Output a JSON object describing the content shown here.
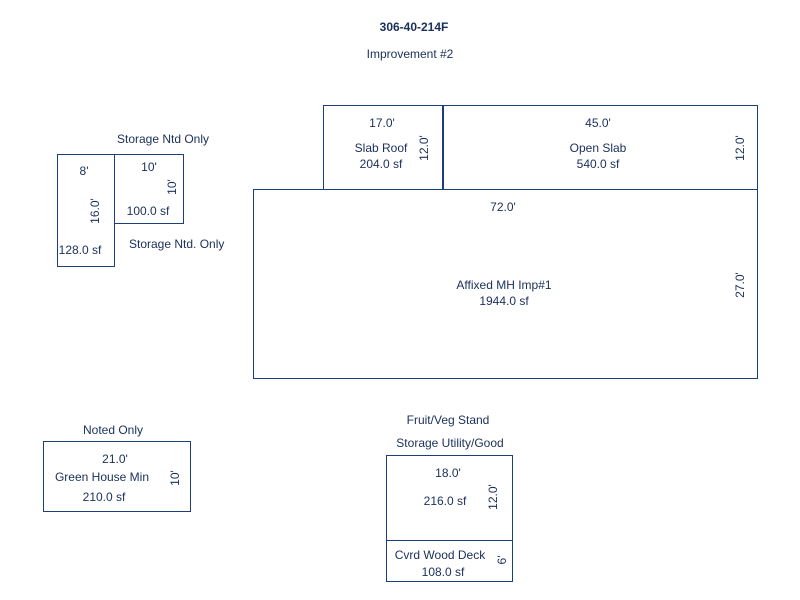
{
  "header": {
    "parcel_id": "306-40-214F",
    "subtitle": "Improvement #2"
  },
  "storage_group": {
    "label_top": "Storage Ntd Only",
    "label_bottom": "Storage Ntd. Only",
    "left": {
      "width": "8'",
      "length": "16.0'",
      "area": "128.0 sf"
    },
    "right": {
      "width": "10'",
      "length": "10'",
      "area": "100.0 sf"
    }
  },
  "slab_roof": {
    "width": "17.0'",
    "length": "12.0'",
    "name": "Slab Roof",
    "area": "204.0 sf"
  },
  "open_slab": {
    "width": "45.0'",
    "length": "12.0'",
    "name": "Open Slab",
    "area": "540.0 sf"
  },
  "main_home": {
    "width": "72.0'",
    "length": "27.0'",
    "name": "Affixed MH Imp#1",
    "area": "1944.0 sf"
  },
  "green_house": {
    "label_top": "Noted Only",
    "width": "21.0'",
    "length": "10'",
    "name": "Green House Min",
    "area": "210.0 sf"
  },
  "fruit_stand": {
    "label_top": "Fruit/Veg Stand",
    "label_second": "Storage Utility/Good",
    "width": "18.0'",
    "length": "12.0'",
    "area": "216.0 sf",
    "deck": {
      "name": "Cvrd Wood Deck",
      "length": "6'",
      "area": "108.0 sf"
    }
  }
}
